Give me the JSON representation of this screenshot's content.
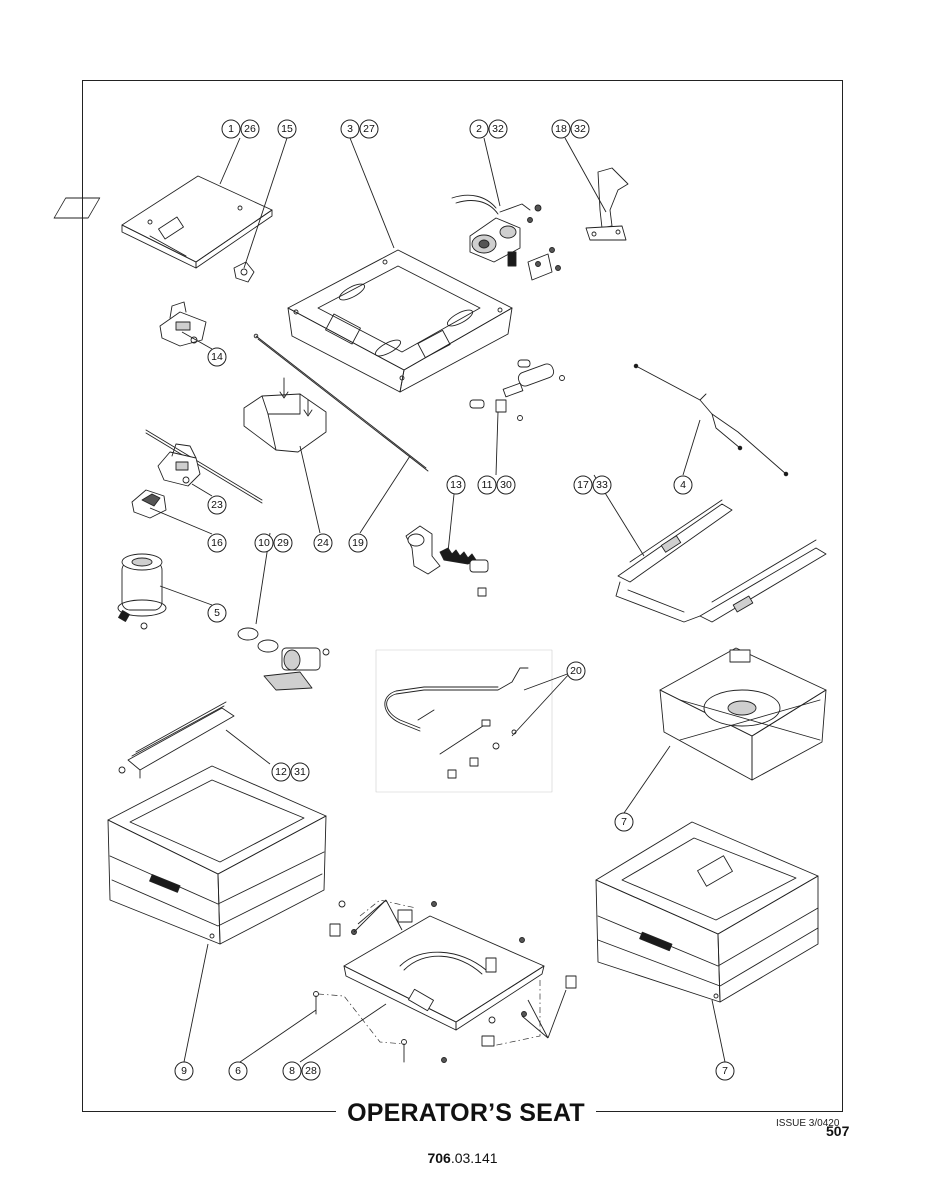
{
  "title": "OPERATOR’S SEAT",
  "issue": "ISSUE 3/0420",
  "page_number": "507",
  "doc_number": {
    "bold": "706",
    "rest": ".03.141"
  },
  "callouts": {
    "c1": "1",
    "c26": "26",
    "c15": "15",
    "c3": "3",
    "c27": "27",
    "c2": "2",
    "c32a": "32",
    "c18": "18",
    "c32b": "32",
    "c14": "14",
    "c11": "11",
    "c30": "30",
    "c4": "4",
    "c13": "13",
    "c17": "17",
    "c33": "33",
    "c23": "23",
    "c16": "16",
    "c24": "24",
    "c19": "19",
    "c10": "10",
    "c29": "29",
    "c5": "5",
    "c20": "20",
    "c12": "12",
    "c31": "31",
    "c7a": "7",
    "c9": "9",
    "c6": "6",
    "c8": "8",
    "c28": "28",
    "c7b": "7"
  }
}
